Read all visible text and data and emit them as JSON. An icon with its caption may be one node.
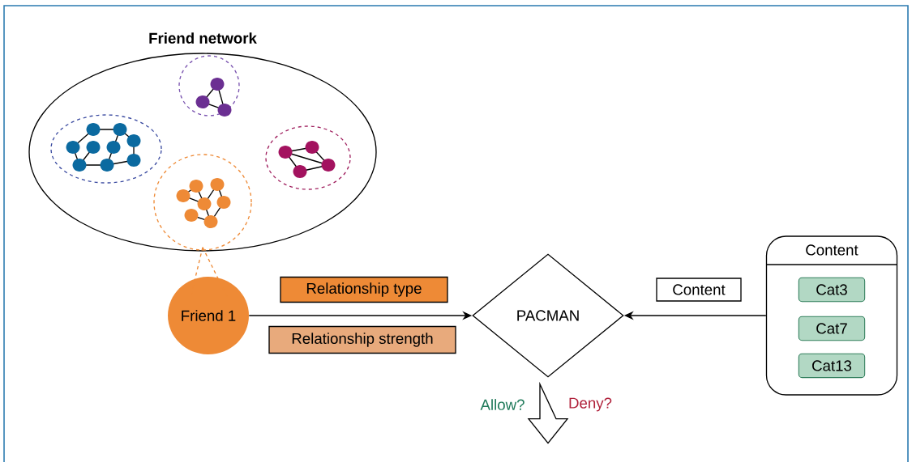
{
  "diagram": {
    "nodes": [
      {
        "text": [
          "Friend network"
        ]
      },
      {
        "text": [],
        "shape": "circle",
        "in": 0
      },
      {
        "text": [],
        "shape": "circle",
        "in": 0
      },
      {
        "text": [],
        "shape": "circle",
        "in": 0
      },
      {
        "text": [],
        "shape": "circle",
        "in": 0
      },
      {
        "text": [
          "Friend 1"
        ]
      },
      {
        "text": [
          "Relationship type"
        ]
      },
      {
        "text": [
          "Relationship strength"
        ]
      },
      {
        "text": [
          "PACMAN"
        ]
      },
      {
        "text": [
          "Content"
        ]
      },
      {
        "text": [
          "Content"
        ]
      },
      {
        "text": [
          "Cat3"
        ],
        "in": 10
      },
      {
        "text": [
          "Cat7"
        ],
        "in": 10
      },
      {
        "text": [
          "Cat13"
        ],
        "in": 10
      }
    ],
    "edges": [
      {
        "from": 3,
        "to": 5,
        "arrow": "none",
        "style": "dashed",
        "color": "#ee8a36"
      },
      {
        "from": 5,
        "to": 8,
        "arrow": "to"
      },
      {
        "from": 10,
        "to": 8,
        "arrow": "to"
      },
      {
        "from": 8,
        "to": null,
        "arrow": "to",
        "style": "thick"
      }
    ],
    "labels": [
      "Allow?",
      "Deny?"
    ]
  }
}
